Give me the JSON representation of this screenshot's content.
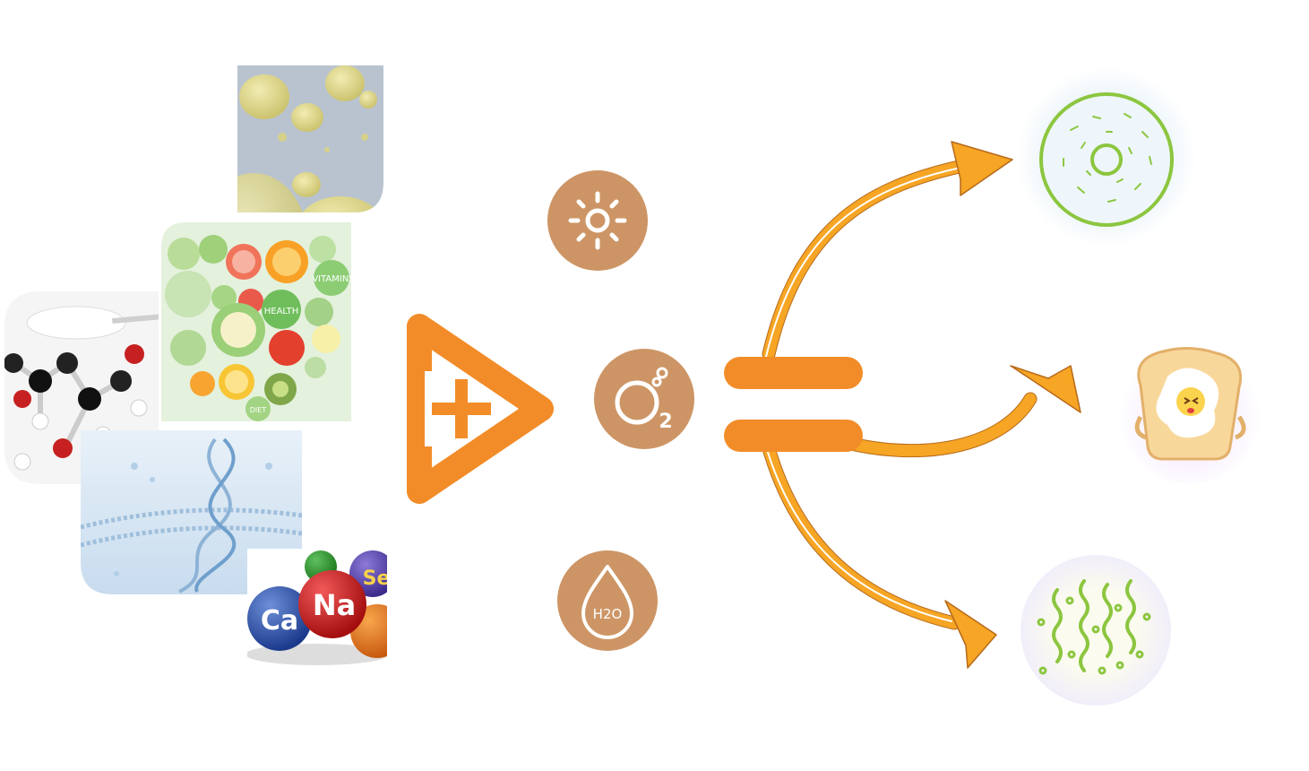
{
  "images": {
    "oil": {
      "icon": "oil-droplets-photo"
    },
    "fruit": {
      "icon": "fruit-vitamins-photo",
      "labels": [
        "VITAMINS",
        "HEALTH",
        "DIET"
      ]
    },
    "sugar": {
      "icon": "sugar-molecule-photo"
    },
    "dna": {
      "icon": "dna-cell-membrane-photo"
    },
    "minerals": {
      "icon": "mineral-balls-photo",
      "labels": [
        "Ca",
        "Na",
        "Se"
      ]
    }
  },
  "operators": {
    "plus": {
      "icon": "plus-triangle-icon"
    },
    "equals": {
      "icon": "equals-icon"
    }
  },
  "factors": [
    {
      "icon": "sun-icon",
      "label": ""
    },
    {
      "icon": "oxygen-icon",
      "label": "2"
    },
    {
      "icon": "water-drop-icon",
      "label": "H2O"
    }
  ],
  "outcomes": [
    {
      "icon": "moldy-donut-icon"
    },
    {
      "icon": "spoiled-toast-egg-icon"
    },
    {
      "icon": "bacteria-icon"
    }
  ],
  "colors": {
    "accent": "#f28c28",
    "factor_bg": "#cd9565",
    "arrow": "#f6a524",
    "arrow_outline": "#b76a1a",
    "green": "#8cc63f"
  }
}
